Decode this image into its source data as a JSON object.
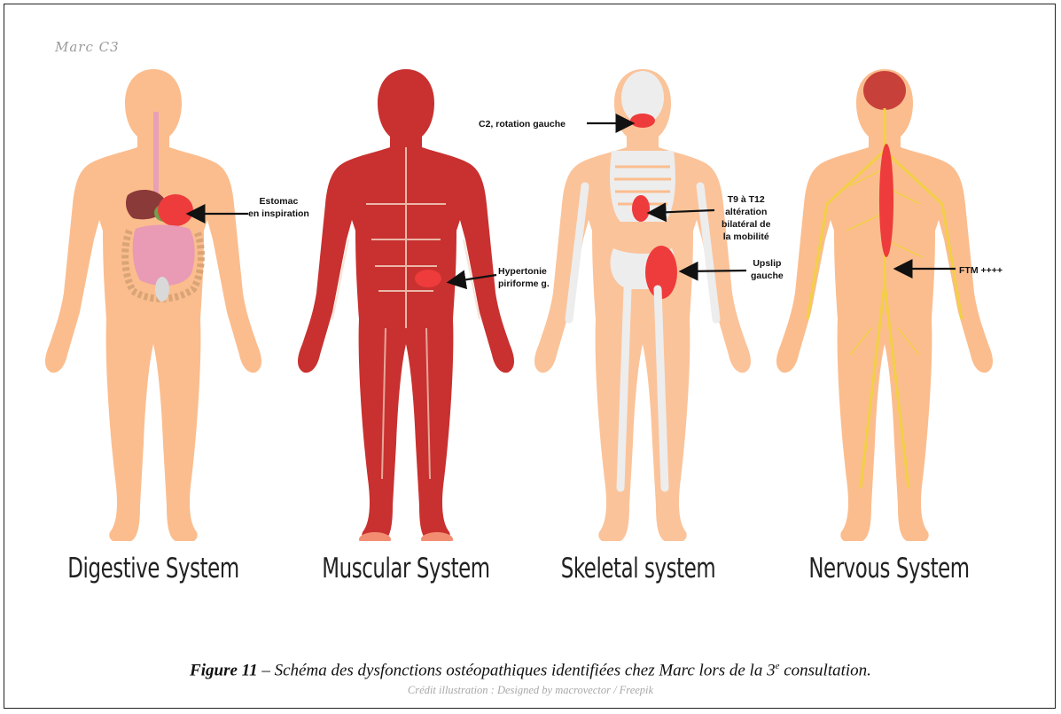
{
  "handwritten_note": "Marc C3",
  "systems": [
    {
      "title": "Digestive System"
    },
    {
      "title": "Muscular System"
    },
    {
      "title": "Skeletal system"
    },
    {
      "title": "Nervous System"
    }
  ],
  "annotations": {
    "estomac": "Estomac\nen inspiration",
    "hypertonie": "Hypertonie\npiriforme g.",
    "c2": "C2, rotation gauche",
    "t9": "T9 à T12\naltération\nbilatéral de\nla mobilité",
    "upslip": "Upslip\ngauche",
    "ftm": "FTM ++++"
  },
  "caption": {
    "label": "Figure 11",
    "dash": " – ",
    "text_before_sup": "Schéma des dysfonctions ostéopathiques identifiées chez Marc lors de la 3",
    "sup": "e",
    "text_after_sup": " consultation."
  },
  "credit": "Crédit illustration : Designed by macrovector / Freepik",
  "colors": {
    "skin": "#FBBD8E",
    "muscle": "#C8312F",
    "bone": "#EDEDED",
    "nerve": "#F2D046",
    "highlight": "#EE3B3B"
  }
}
